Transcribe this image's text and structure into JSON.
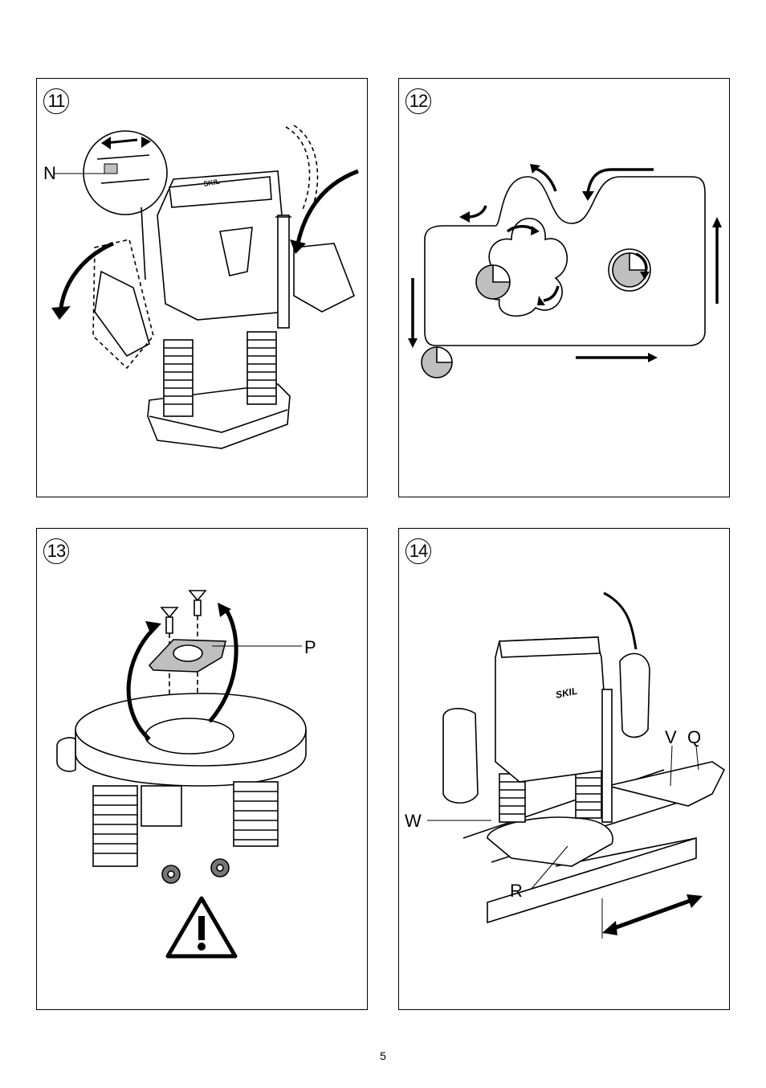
{
  "figures": [
    {
      "number": "11",
      "labels": {
        "n": "N"
      },
      "brand": "SKIL"
    },
    {
      "number": "12"
    },
    {
      "number": "13",
      "labels": {
        "p": "P"
      }
    },
    {
      "number": "14",
      "labels": {
        "v": "V",
        "q": "Q",
        "w": "W",
        "r": "R"
      },
      "brand": "SKIL"
    }
  ],
  "page_number": "5",
  "colors": {
    "line": "#000000",
    "shade": "#bfbfbf",
    "paper": "#ffffff"
  }
}
